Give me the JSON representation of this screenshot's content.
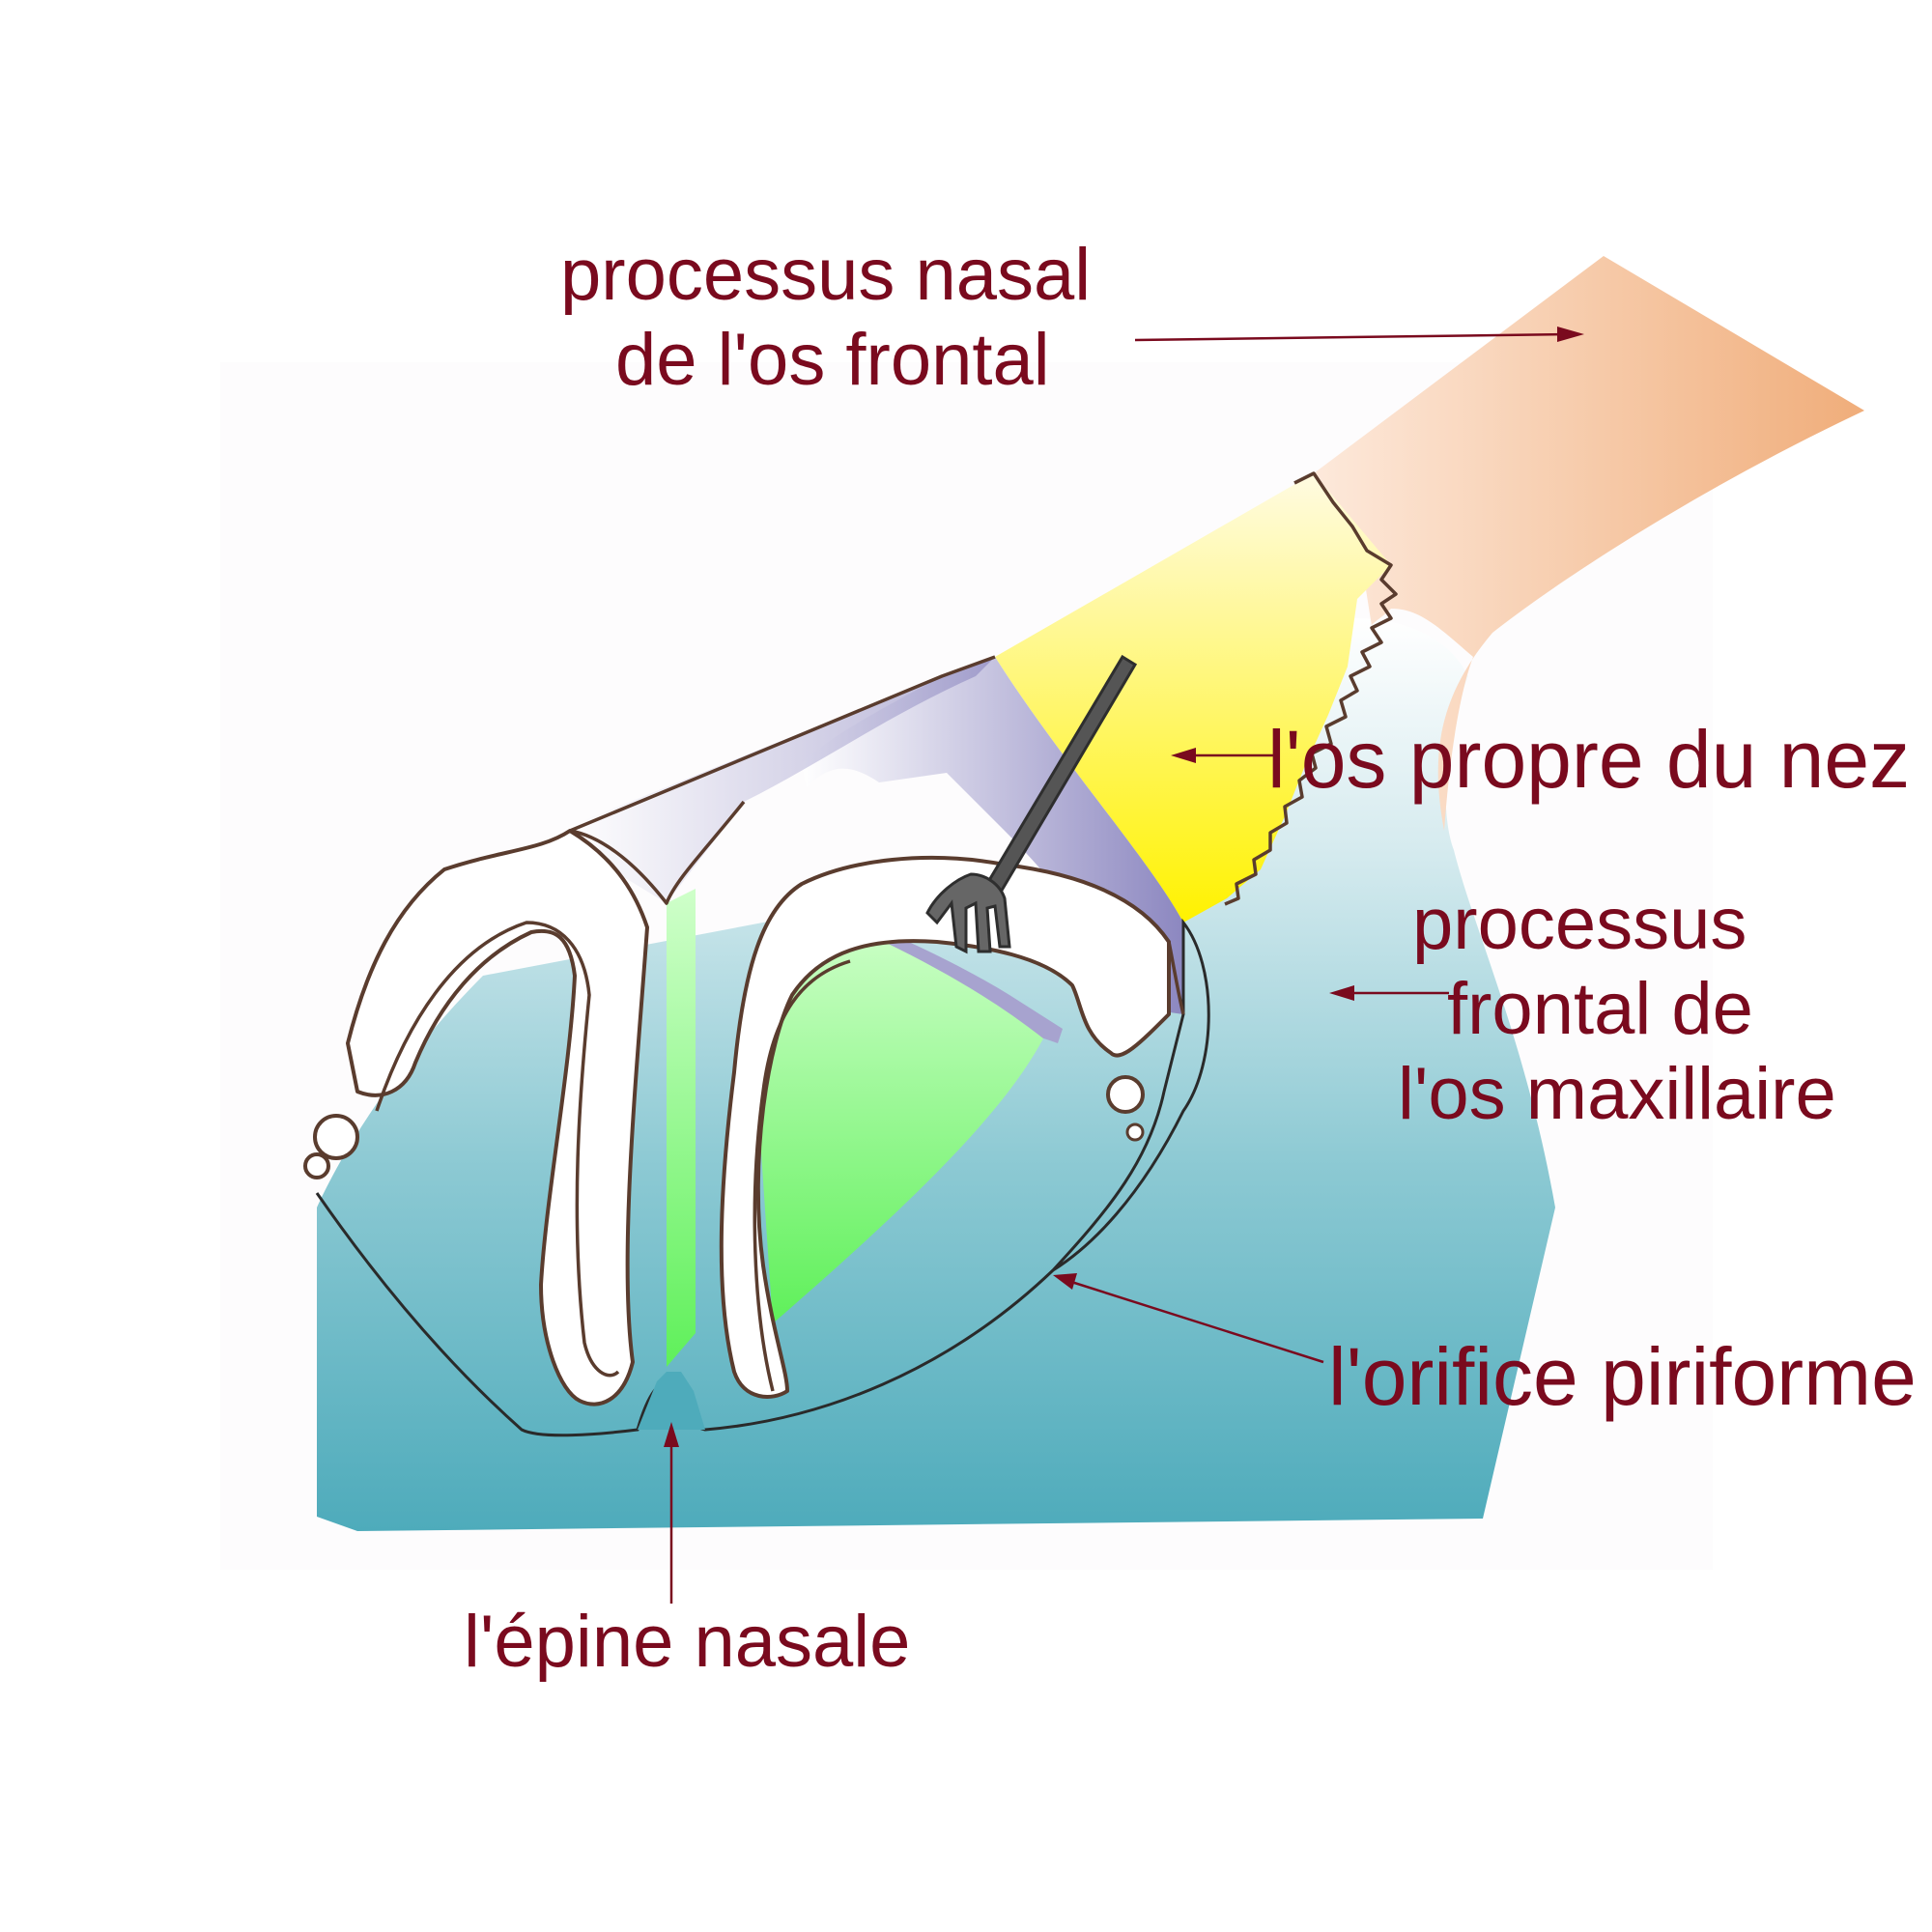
{
  "diagram": {
    "subject": "nasal bone structure",
    "colors": {
      "label_text": "#7a0a1e",
      "frontal_nasal_process": "#f0b07e",
      "nasal_bone": "#fff200",
      "maxillary_frontal_process": "#56abbb",
      "cartilage_purple": "#9590c4",
      "septum_green": "#6ff06a",
      "instrument": "#555555"
    },
    "labels": {
      "frontal_line1": "processus nasal",
      "frontal_line2": "de l'os frontal",
      "nasal_bone": "l'os propre du nez",
      "maxillary_line1": "processus",
      "maxillary_line2": "frontal de",
      "maxillary_line3": "l'os maxillaire",
      "piriform": "l'orifice piriforme",
      "spine": "l'épine nasale"
    }
  }
}
